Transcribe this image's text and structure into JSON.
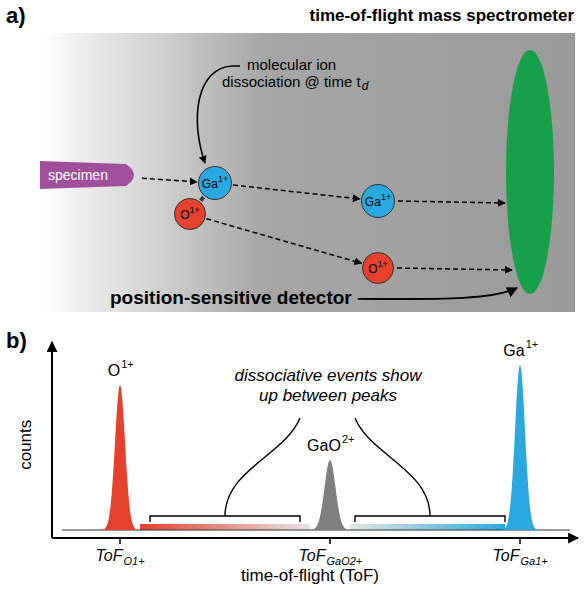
{
  "diagram": {
    "title": "time-of-flight mass spectrometer",
    "nodes": [
      {
        "text": [
          "specimen"
        ]
      },
      {
        "text": [
          "Ga",
          "1+"
        ]
      },
      {
        "text": [
          "O",
          "1+"
        ]
      },
      {
        "text": [
          "Ga",
          "1+"
        ]
      },
      {
        "text": [
          "O",
          "1+"
        ]
      }
    ],
    "edges": [
      {
        "from": 0,
        "to": 1,
        "arrow": "to"
      },
      {
        "from": 1,
        "to": 2,
        "arrow": "none"
      },
      {
        "from": 1,
        "to": 3,
        "arrow": "to"
      },
      {
        "from": 2,
        "to": 4,
        "arrow": "to"
      }
    ],
    "labels": [
      "a)",
      "molecular ion dissociation @ time t",
      "d",
      "position-sensitive detector",
      "b)",
      "dissociative events show up between peaks",
      "O",
      "1+",
      "GaO",
      "2+",
      "Ga",
      "1+",
      "ToF",
      "O1+",
      "ToF",
      "GaO2+",
      "ToF",
      "Ga1+",
      "counts",
      "time-of-flight (ToF)"
    ]
  }
}
